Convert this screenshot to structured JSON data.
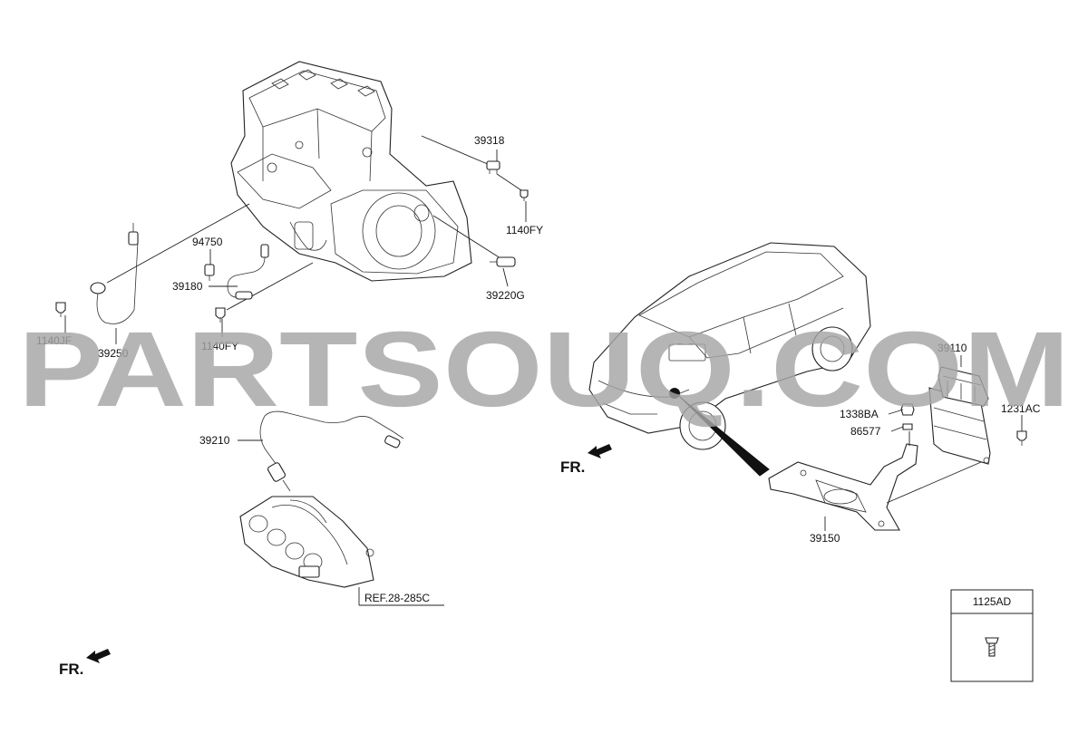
{
  "watermark": "PARTSOUQ.COM",
  "direction_label": "FR.",
  "labels": {
    "p39318": "39318",
    "p1140FY_top": "1140FY",
    "p94750": "94750",
    "p39180": "39180",
    "p39220G": "39220G",
    "p1140JF": "1140JF",
    "p39250": "39250",
    "p1140FY_bottom": "1140FY",
    "p39210": "39210",
    "ref": "REF.28-285C",
    "p39110": "39110",
    "p1338BA": "1338BA",
    "p86577": "86577",
    "p1231AC": "1231AC",
    "p39150": "39150"
  },
  "legend_box": {
    "title": "1125AD"
  }
}
